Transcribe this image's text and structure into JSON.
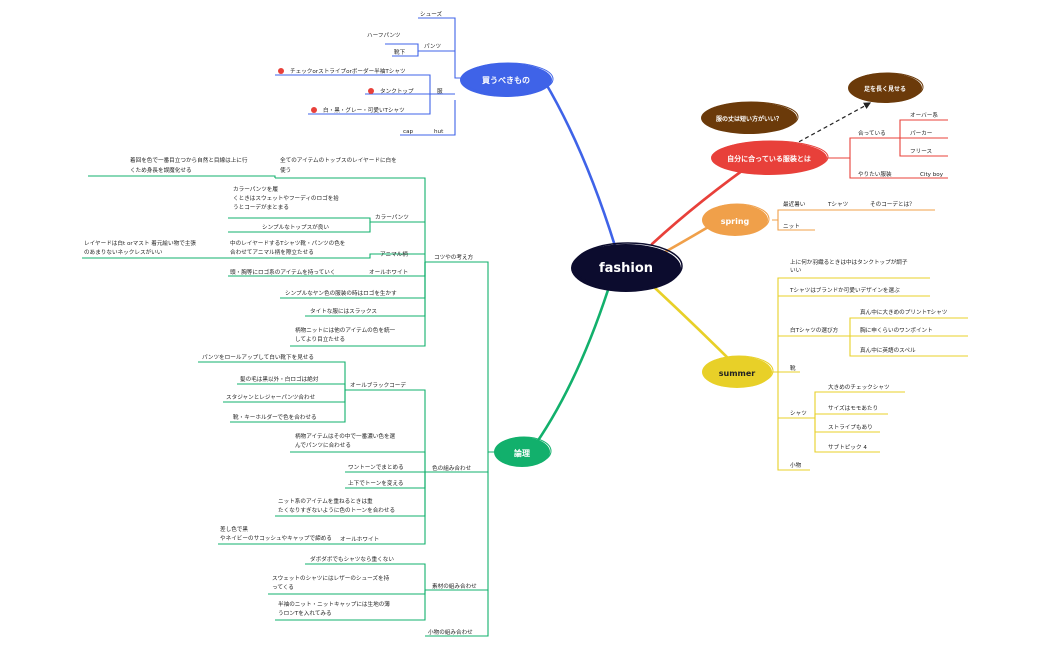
{
  "root": {
    "label": "fashion"
  },
  "colors": {
    "root": "#0c0c2e",
    "blue": "#3f63e8",
    "red": "#e8403a",
    "orange": "#f0a04a",
    "yellow": "#e8d028",
    "green": "#12b06c",
    "callout": "#6b3a0a"
  },
  "branches": {
    "buy": {
      "label": "買うべきもの",
      "items": {
        "shoes": "シューズ",
        "pants": "パンツ",
        "half_pants": "ハーフパンツ",
        "socks": "靴下",
        "clothes": "服",
        "check_shirt": "チェックorストライプorボーダー半袖Tシャツ",
        "tank_top": "タンクトップ",
        "tshirt_colors": "白・黒・グレー・可愛いTシャツ",
        "hat": "hut",
        "cap": "cap"
      }
    },
    "suits": {
      "label": "自分に合っている服装とは",
      "callout_top": "足を長く見せる",
      "callout_left": "服の丈は短い方がいい？",
      "matching": "合っている",
      "matching_items": [
        "オーバー系",
        "パーカー",
        "フリース"
      ],
      "want_to_try": "やりたい服装",
      "want_value": "City boy"
    },
    "spring": {
      "label": "spring",
      "recent": "最近暑い",
      "tshirt": "Tシャツ",
      "coordinate": "そのコーデとは？",
      "knit": "ニット"
    },
    "summer": {
      "label": "summer",
      "tip1": "上に何か羽織るときは中はタンクトップが調子いい",
      "tip2": "Tシャツはブランドか可愛いデザインを選ぶ",
      "white_tee": "白Tシャツの選び方",
      "white_tee_items": [
        "真ん中に大きめのプリントTシャツ",
        "胸に申くらいのワンポイント",
        "真ん中に英語のスペル"
      ],
      "shoes": "靴",
      "shirt": "シャツ",
      "shirt_items": [
        "大きめのチェックシャツ",
        "サイズはモモあたり",
        "ストライプもあり",
        "サブトピック 4"
      ],
      "accessories": "小物"
    },
    "logic": {
      "label": "論理",
      "mindset": {
        "label": "コツやの考え方",
        "items": {
          "tops_layer": "全てのアイテムのトップスのレイヤードに白を使う",
          "tops_layer_note": "着回を色で一番目立つから自然と目線は上に行くため身長を誤魔化せる",
          "color_pants": "カラーパンツ",
          "color_pants_note": "カラーパンツを履くときはスウェットやフーディのロゴを拾うとコーデがまとまる",
          "simple_tops": "シンプルなトップスが良い",
          "animal": "アニマル柄",
          "animal_note": "中のレイヤードするTシャツ靴・パンツの色を合わせてアニマル柄を際立たせる",
          "animal_note2": "レイヤードは白t orマスト 着元絵い物で主張のあまりないネックレスがいい",
          "all_white": "オールホワイト",
          "all_white_note": "頭・胸等にロゴ系のアイテムを持っていく",
          "simple_clothes": "シンプルなヤン色の服装の時はロゴを生かす",
          "tight_slacks": "タイトな服にはスラックス",
          "knit_color": "柄物ニットには他のアイテムの色を統一してより目立たせる"
        }
      },
      "all_black": {
        "label": "オールブラックコーデ",
        "items": [
          "パンツをロールアップして白い靴下を見せる",
          "髪の毛は黒以外・白ロゴは絶対",
          "スタジャンとレジャーパンツ合わせ",
          "靴・キーホルダーで色を合わせる"
        ]
      },
      "color_combo": {
        "label": "色の組み合わせ",
        "items": {
          "pattern": "柄物アイテムはその中で一番濃い色を選んでパンツに合わせる",
          "one_tone": "ワントーンでまとめる",
          "upper_lower": "上下でトーンを変える",
          "knit_layer": "ニット系のアイテムを重ねるときは重たくなりすぎないように色のトーンを合わせる",
          "all_white": "オールホワイト",
          "all_white_note": "差し色で黒やネイビーのサコッシュやキャップで締める"
        }
      },
      "material": {
        "label": "素材の組み合わせ",
        "items": [
          "ダボダボでもシャツなら重くない",
          "スウェットのシャツにはレザーのシューズを持ってくる",
          "半袖のニット・ニットキャップには生地の薄うロンTを入れてみる"
        ]
      },
      "accessory_combo": {
        "label": "小物の組み合わせ"
      }
    }
  }
}
